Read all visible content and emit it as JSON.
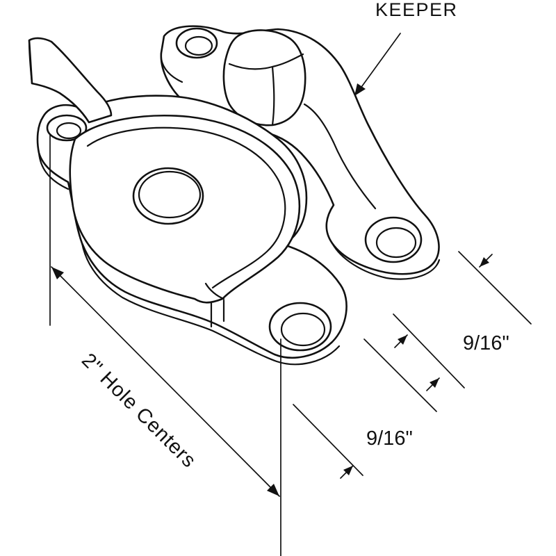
{
  "labels": {
    "keeper": "KEEPER",
    "dim_upper": "9/16\"",
    "dim_lower": "9/16\"",
    "hole_centers": "2\" Hole Centers"
  },
  "colors": {
    "ink": "#111111",
    "background": "#ffffff"
  }
}
